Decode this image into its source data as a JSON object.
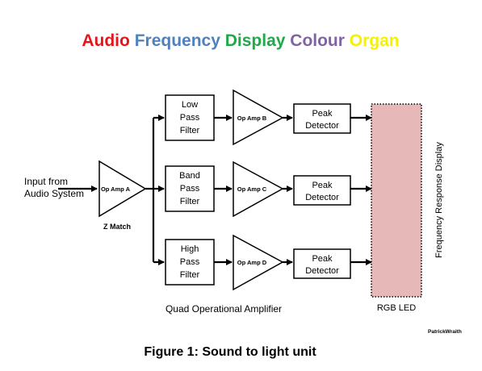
{
  "title": {
    "word1": "Audio",
    "word2": "Frequency",
    "word3": "Display",
    "word4": "Colour",
    "word5": "Organ",
    "colors": [
      "#e8141b",
      "#4f81bd",
      "#21a84a",
      "#8064a2",
      "#f5f200"
    ]
  },
  "input": {
    "line1": "Input  from",
    "line2": "Audio System"
  },
  "op_amp_a": {
    "label": "Op Amp A",
    "caption": "Z Match"
  },
  "channels": [
    {
      "filter": [
        "Low",
        "Pass",
        "Filter"
      ],
      "amp": "Op Amp B",
      "detector": [
        "Peak",
        "Detector"
      ]
    },
    {
      "filter": [
        "Band",
        "Pass",
        "Filter"
      ],
      "amp": "Op Amp C",
      "detector": [
        "Peak",
        "Detector"
      ]
    },
    {
      "filter": [
        "High",
        "Pass",
        "Filter"
      ],
      "amp": "Op Amp D",
      "detector": [
        "Peak",
        "Detector"
      ]
    }
  ],
  "quad_label": "Quad Operational Amplifier",
  "led": {
    "label": "RGB LED",
    "color": "#e6b8b7"
  },
  "side_label": "Frequency Response Display",
  "author": "PatrickWraith",
  "caption": "Figure 1: Sound to light unit"
}
